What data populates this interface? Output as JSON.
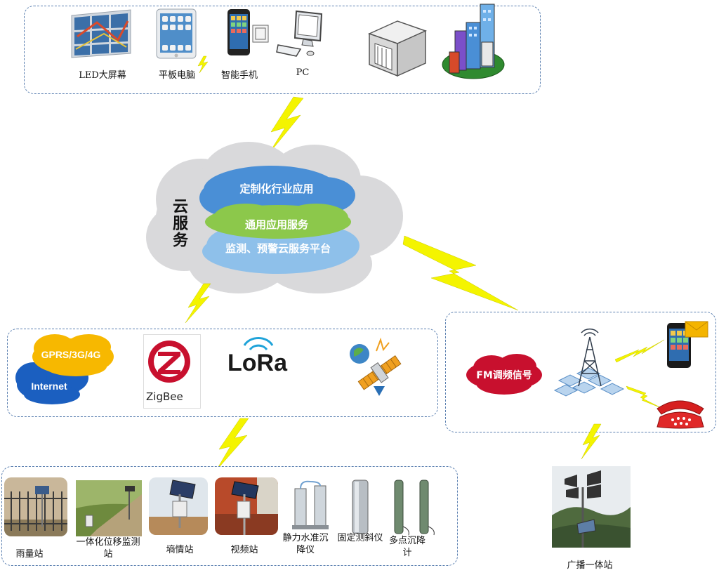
{
  "top_panel": {
    "devices": [
      {
        "label": "LED大屏幕"
      },
      {
        "label": "平板电脑"
      },
      {
        "label": "智能手机"
      },
      {
        "label": "PC"
      }
    ]
  },
  "cloud": {
    "title": "云服务",
    "layer_top": "定制化行业应用",
    "layer_middle": "通用应用服务",
    "layer_bottom": "监测、预警云服务平台"
  },
  "network_panel": {
    "gprs_label": "GPRS/3G/4G",
    "internet_label": "Internet",
    "zigbee_label": "ZigBee",
    "lora_label": "LoRa"
  },
  "fm_panel": {
    "fm_label": "FM调频信号"
  },
  "broadcast": {
    "label": "广播一体站"
  },
  "stations": [
    {
      "label": "雨量站"
    },
    {
      "label": "一体化位移监测站"
    },
    {
      "label": "墒情站"
    },
    {
      "label": "视频站"
    },
    {
      "label": "静力水准沉降仪"
    },
    {
      "label": "固定测斜仪"
    },
    {
      "label": "多点沉降计"
    }
  ],
  "colors": {
    "panel_border": "#5a7fb0",
    "bolt": "#f4f400",
    "cloud_gray": "#d9d9db",
    "layer_blue": "#4a8fd6",
    "layer_green": "#8cc84b",
    "layer_lightblue": "#8ec0ea",
    "fm_red": "#c8102e"
  }
}
